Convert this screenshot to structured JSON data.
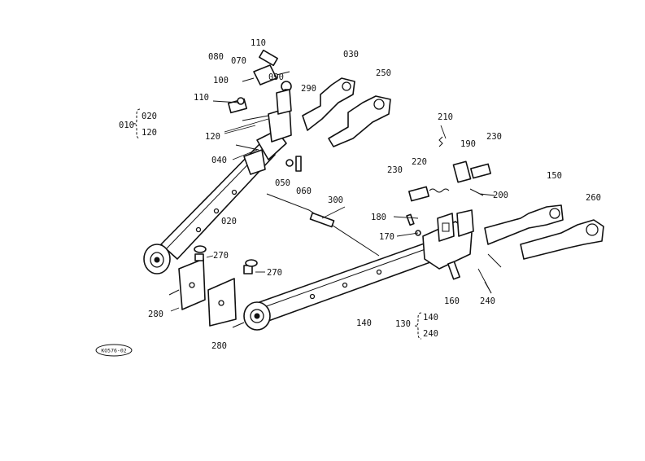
{
  "diagram": {
    "stamp": "KO576-02",
    "labels": {
      "p010": "010",
      "p020a": "020",
      "p120a": "120",
      "p020b": "020",
      "p030": "030",
      "p040": "040",
      "p050": "050",
      "p060": "060",
      "p070": "070",
      "p080": "080",
      "p090": "090",
      "p100": "100",
      "p110a": "110",
      "p110b": "110",
      "p120b": "120",
      "p130": "130",
      "p140a": "140",
      "p240a": "240",
      "p140b": "140",
      "p150": "150",
      "p160": "160",
      "p170": "170",
      "p180": "180",
      "p190": "190",
      "p200": "200",
      "p210": "210",
      "p220": "220",
      "p230a": "230",
      "p230b": "230",
      "p240b": "240",
      "p250": "250",
      "p260": "260",
      "p270a": "270",
      "p270b": "270",
      "p280a": "280",
      "p280b": "280",
      "p290": "290",
      "p300": "300"
    }
  }
}
